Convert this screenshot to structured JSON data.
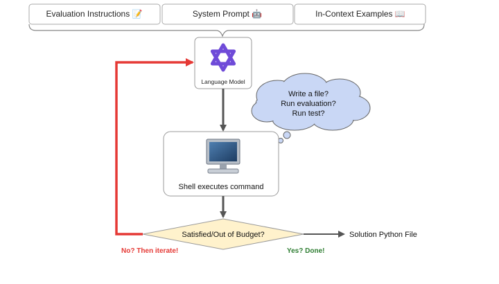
{
  "inputs": {
    "eval_instructions": "Evaluation Instructions 📝",
    "system_prompt": "System Prompt 🤖",
    "in_context_examples": "In-Context Examples 📖"
  },
  "model": {
    "label": "Language Model"
  },
  "thought": {
    "line1": "Write a file?",
    "line2": "Run evaluation?",
    "line3": "Run test?"
  },
  "shell": {
    "label": "Shell executes command"
  },
  "decision": {
    "label": "Satisfied/Out of Budget?"
  },
  "output": {
    "label": "Solution Python File"
  },
  "branches": {
    "no": "No? Then iterate!",
    "yes": "Yes? Done!"
  },
  "colors": {
    "loop_arrow": "#e53935",
    "no_text": "#e53935",
    "yes_text": "#2e7d32",
    "diamond_fill": "#fff2cc",
    "cloud_fill": "#c9d7f5",
    "logo": "#6f4bd8"
  },
  "icons": {
    "model": "qwen-star-logo-icon",
    "shell": "computer-monitor-icon"
  }
}
